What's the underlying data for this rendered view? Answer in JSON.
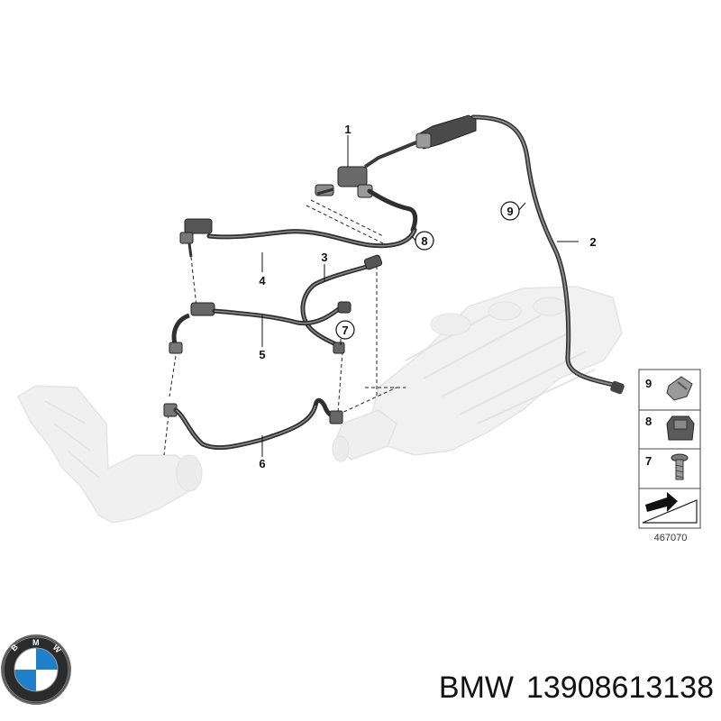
{
  "diagram": {
    "callouts": [
      {
        "id": "1",
        "text": "1"
      },
      {
        "id": "2",
        "text": "2"
      },
      {
        "id": "3",
        "text": "3"
      },
      {
        "id": "4",
        "text": "4"
      },
      {
        "id": "5",
        "text": "5"
      },
      {
        "id": "6",
        "text": "6"
      },
      {
        "id": "7",
        "text": "7"
      },
      {
        "id": "8",
        "text": "8"
      },
      {
        "id": "9",
        "text": "9"
      }
    ],
    "legend": [
      {
        "num": "9",
        "icon": "hose-clip-icon"
      },
      {
        "num": "8",
        "icon": "clamp-icon"
      },
      {
        "num": "7",
        "icon": "screw-icon"
      },
      {
        "num": "",
        "icon": "wedge-arrow-icon"
      }
    ],
    "reference_number": "467070"
  },
  "logo": {
    "brand": "BMW",
    "lettering": "BMW",
    "colors": {
      "blue": "#1f7fc9",
      "white": "#ffffff",
      "black": "#111111"
    }
  },
  "caption": {
    "brand": "BMW",
    "part_number": "13908613138"
  }
}
